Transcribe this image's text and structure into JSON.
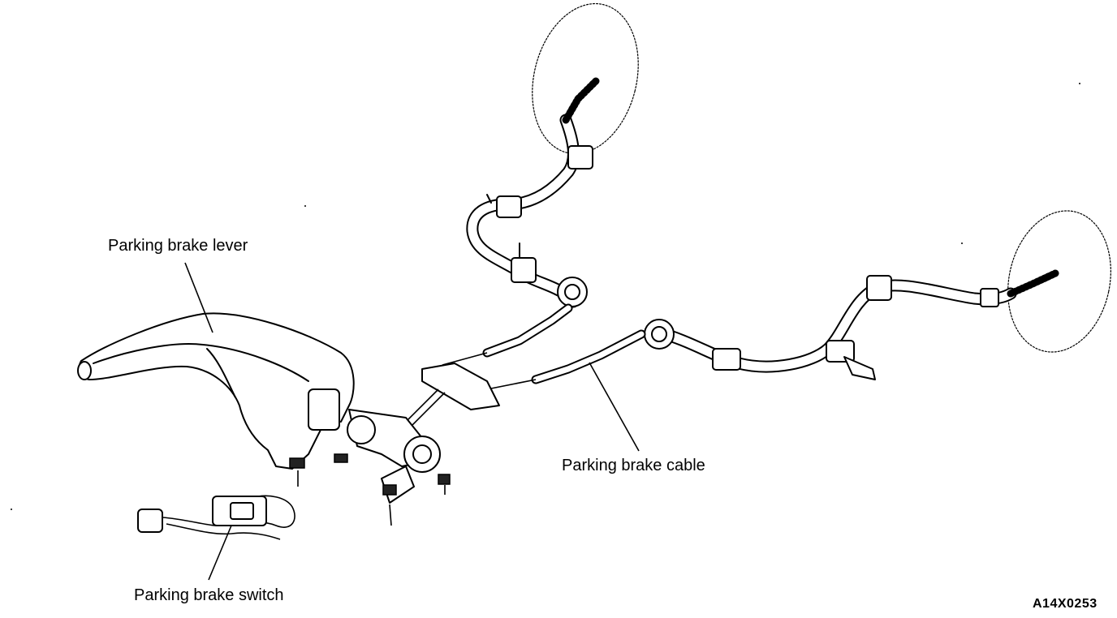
{
  "labels": {
    "lever": "Parking brake lever",
    "cable": "Parking brake cable",
    "switch": "Parking brake switch"
  },
  "figure_code": "A14X0253"
}
